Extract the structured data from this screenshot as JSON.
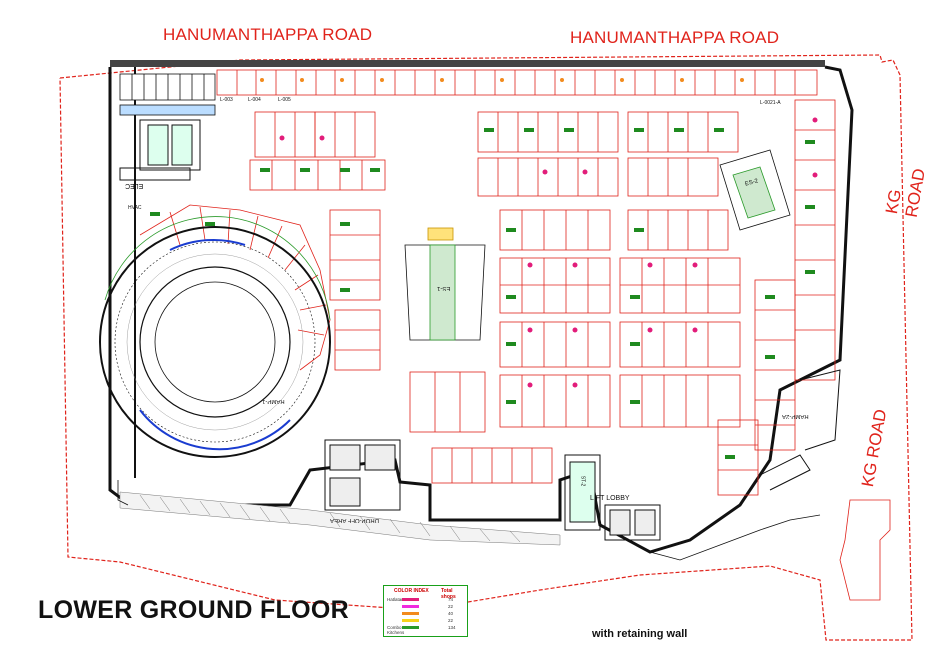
{
  "roads": {
    "top_left": "HANUMANTHAPPA ROAD",
    "top_right": "HANUMANTHAPPA ROAD",
    "right_upper": "KG ROAD",
    "right_lower": "KG ROAD"
  },
  "title": "LOWER GROUND FLOOR",
  "note": "with retaining wall",
  "labels": {
    "lift_lobby": "LIFT LOBBY",
    "drop_off": "DROP-OFF AREA",
    "ramp_1": "RAMP-1",
    "ramp_2a": "RAMP-2A",
    "elec": "ELEC",
    "hvac": "HVAC",
    "escalator_1": "ES-1",
    "escalator_2": "ES-2",
    "staircase": "ST-2",
    "shop_l0021a": "L-0021-A",
    "shop_l003": "L-003",
    "shop_l004": "L-004",
    "shop_l005": "L-005"
  },
  "legend": {
    "header_left": "COLOR INDEX",
    "header_right": "Total shops",
    "rows": [
      {
        "label": "Hatlatar",
        "color": "#e21d7a",
        "total": "74"
      },
      {
        "label": "",
        "color": "#f02adf",
        "total": "22"
      },
      {
        "label": "",
        "color": "#f28b1d",
        "total": "40"
      },
      {
        "label": "",
        "color": "#f7d21a",
        "total": "22"
      },
      {
        "label": "Combo",
        "color": "#2a9a2a",
        "total": "134"
      }
    ],
    "footer": "Kitchens"
  },
  "colors": {
    "wall": "#111111",
    "shop_outline": "#e0231b",
    "green_tag": "#1f8a1f",
    "boundary": "#e0231b",
    "road_text": "#e0231b"
  }
}
